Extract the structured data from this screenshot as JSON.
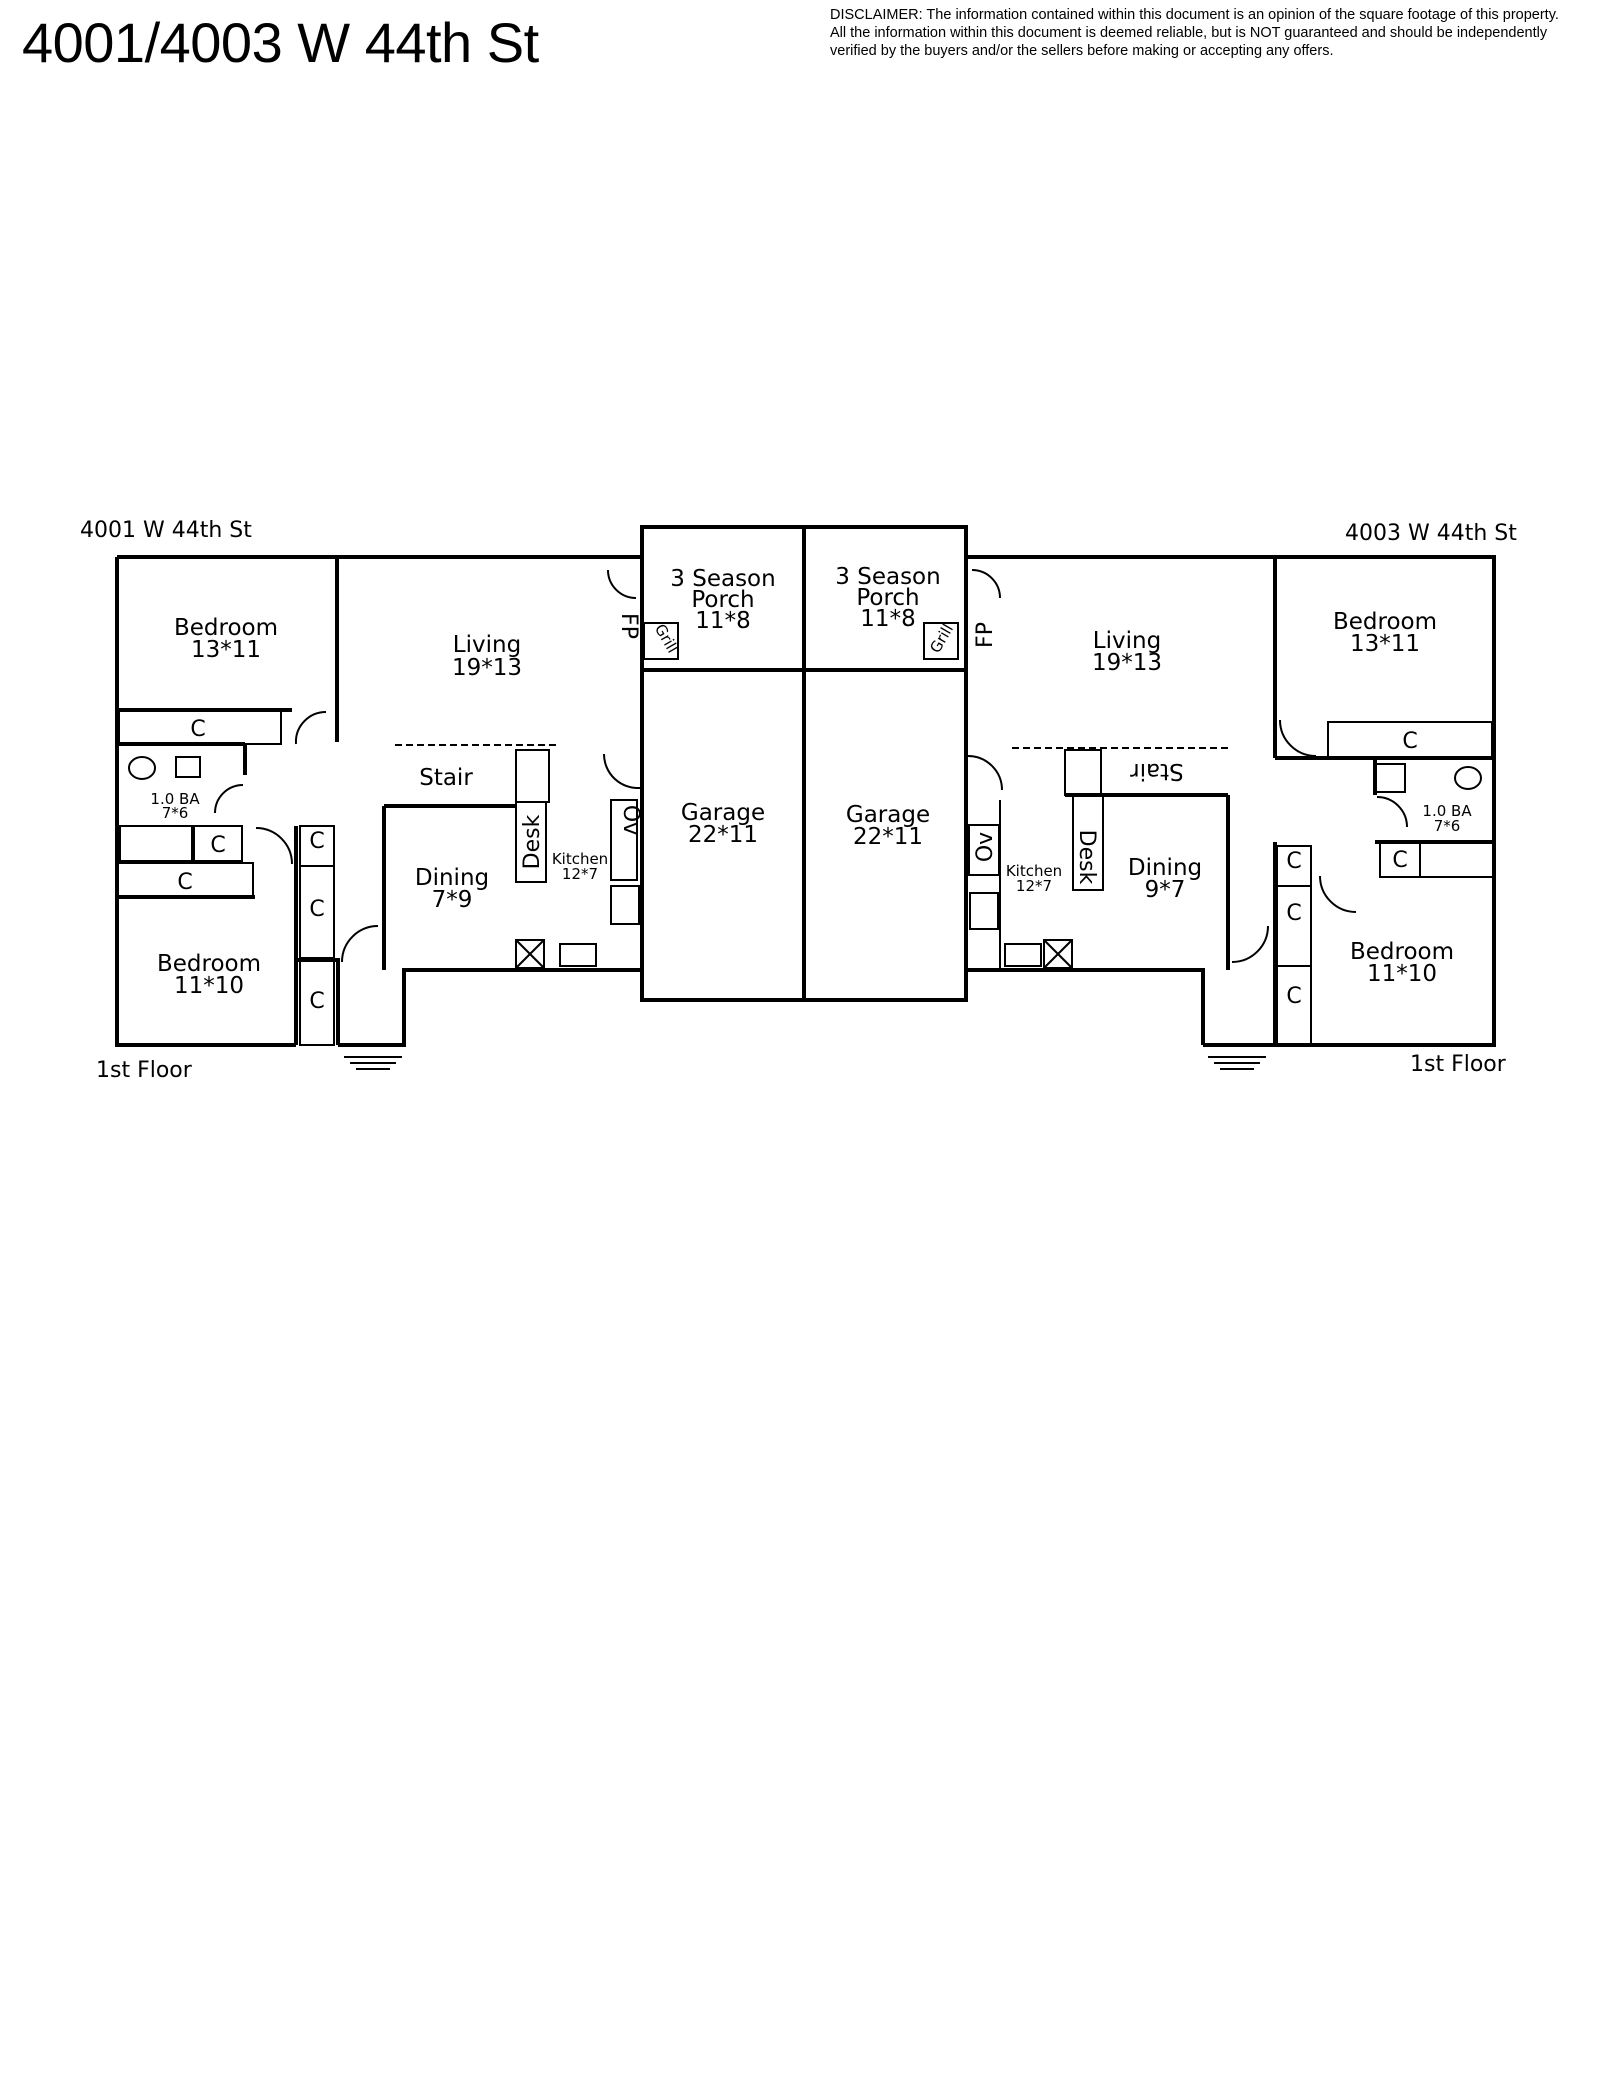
{
  "title": "4001/4003 W 44th St",
  "disclaimer": [
    "DISCLAIMER: The information contained within this document is an opinion of the square footage of this property.",
    "All the information within this document is deemed reliable, but is NOT guaranteed and should be independently",
    "verified by the buyers and/or the sellers before making or accepting any offers."
  ],
  "units": {
    "left": {
      "address": "4001 W 44th St",
      "floor": "1st Floor",
      "bedroom_top": {
        "name": "Bedroom",
        "size": "13*11"
      },
      "living": {
        "name": "Living",
        "size": "19*13"
      },
      "bath": {
        "name": "1.0 BA",
        "size": "7*6"
      },
      "bedroom_bottom": {
        "name": "Bedroom",
        "size": "11*10"
      },
      "stair": "Stair",
      "dining": {
        "name": "Dining",
        "size": "7*9"
      },
      "desk": "Desk",
      "kitchen": {
        "name": "Kitchen",
        "size": "12*7"
      },
      "oven": "Ov",
      "fireplace": "FP",
      "grill": "Grill",
      "closet": "C",
      "porch": {
        "name1": "3 Season",
        "name2": "Porch",
        "size": "11*8"
      },
      "garage": {
        "name": "Garage",
        "size": "22*11"
      }
    },
    "right": {
      "address": "4003 W 44th St",
      "floor": "1st Floor",
      "bedroom_top": {
        "name": "Bedroom",
        "size": "13*11"
      },
      "living": {
        "name": "Living",
        "size": "19*13"
      },
      "bath": {
        "name": "1.0 BA",
        "size": "7*6"
      },
      "bedroom_bottom": {
        "name": "Bedroom",
        "size": "11*10"
      },
      "stair": "Stair",
      "dining": {
        "name": "Dining",
        "size": "9*7"
      },
      "desk": "Desk",
      "kitchen": {
        "name": "Kitchen",
        "size": "12*7"
      },
      "oven": "Ov",
      "fireplace": "FP",
      "grill": "Grill",
      "closet": "C",
      "porch": {
        "name1": "3 Season",
        "name2": "Porch",
        "size": "11*8"
      },
      "garage": {
        "name": "Garage",
        "size": "22*11"
      }
    }
  }
}
